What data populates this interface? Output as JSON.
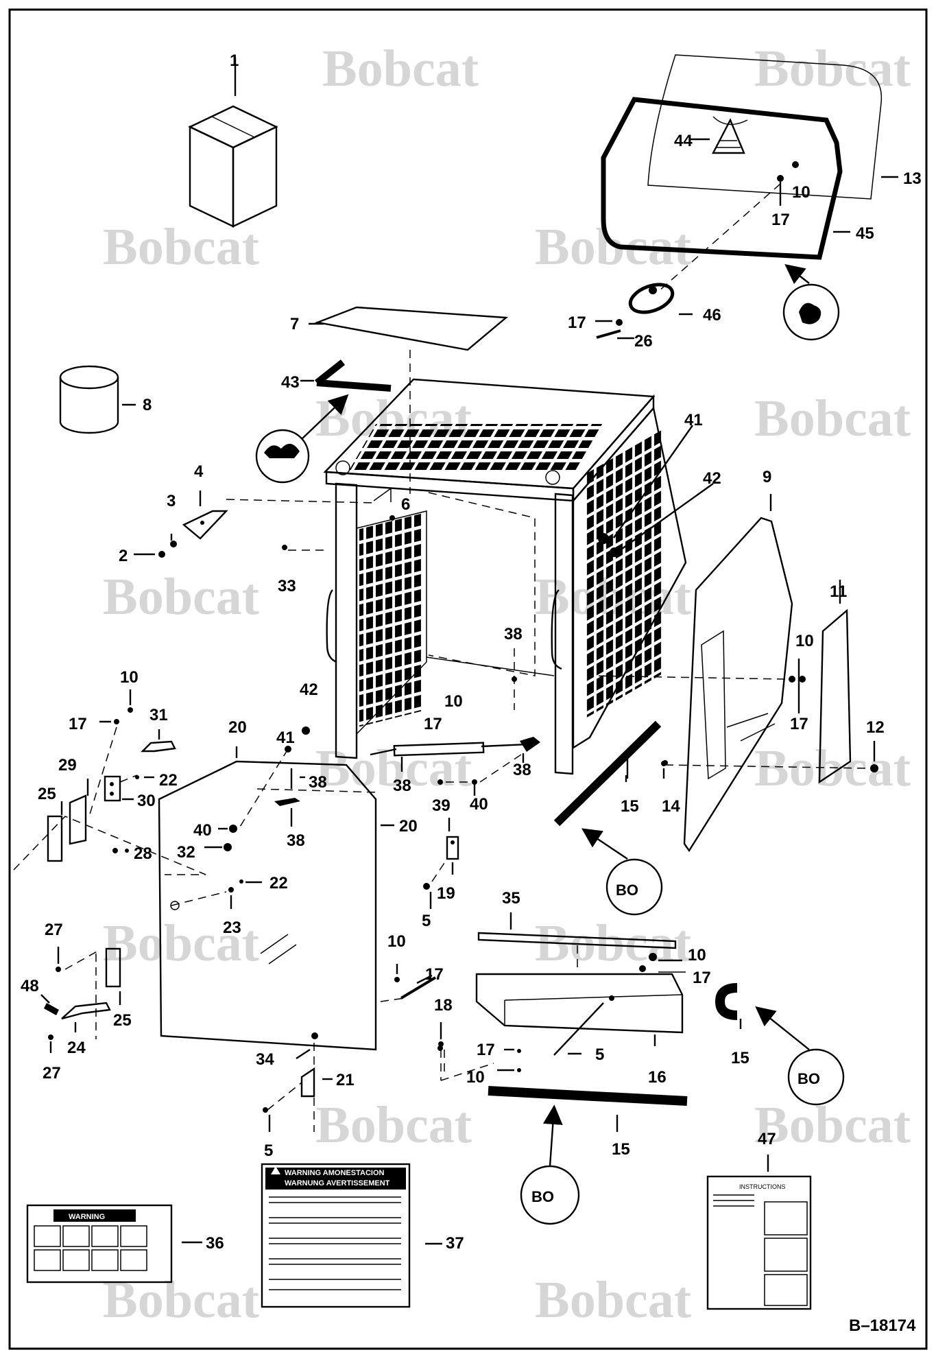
{
  "watermark": {
    "text": "Bobcat"
  },
  "drawing_number": "B–18174",
  "callouts": [
    "1",
    "2",
    "3",
    "4",
    "5",
    "6",
    "7",
    "8",
    "9",
    "10",
    "11",
    "12",
    "13",
    "14",
    "15",
    "16",
    "17",
    "18",
    "19",
    "20",
    "21",
    "22",
    "23",
    "24",
    "25",
    "26",
    "27",
    "28",
    "29",
    "30",
    "31",
    "32",
    "33",
    "34",
    "35",
    "36",
    "37",
    "38",
    "39",
    "40",
    "41",
    "42",
    "43",
    "44",
    "45",
    "46",
    "47",
    "48"
  ],
  "decals": {
    "warning_36": "WARNING",
    "warning_37_line1": "WARNING AMONESTACION",
    "warning_37_line2": "WARNUNG AVERTISSEMENT",
    "instructions_47": "INSTRUCTIONS"
  }
}
